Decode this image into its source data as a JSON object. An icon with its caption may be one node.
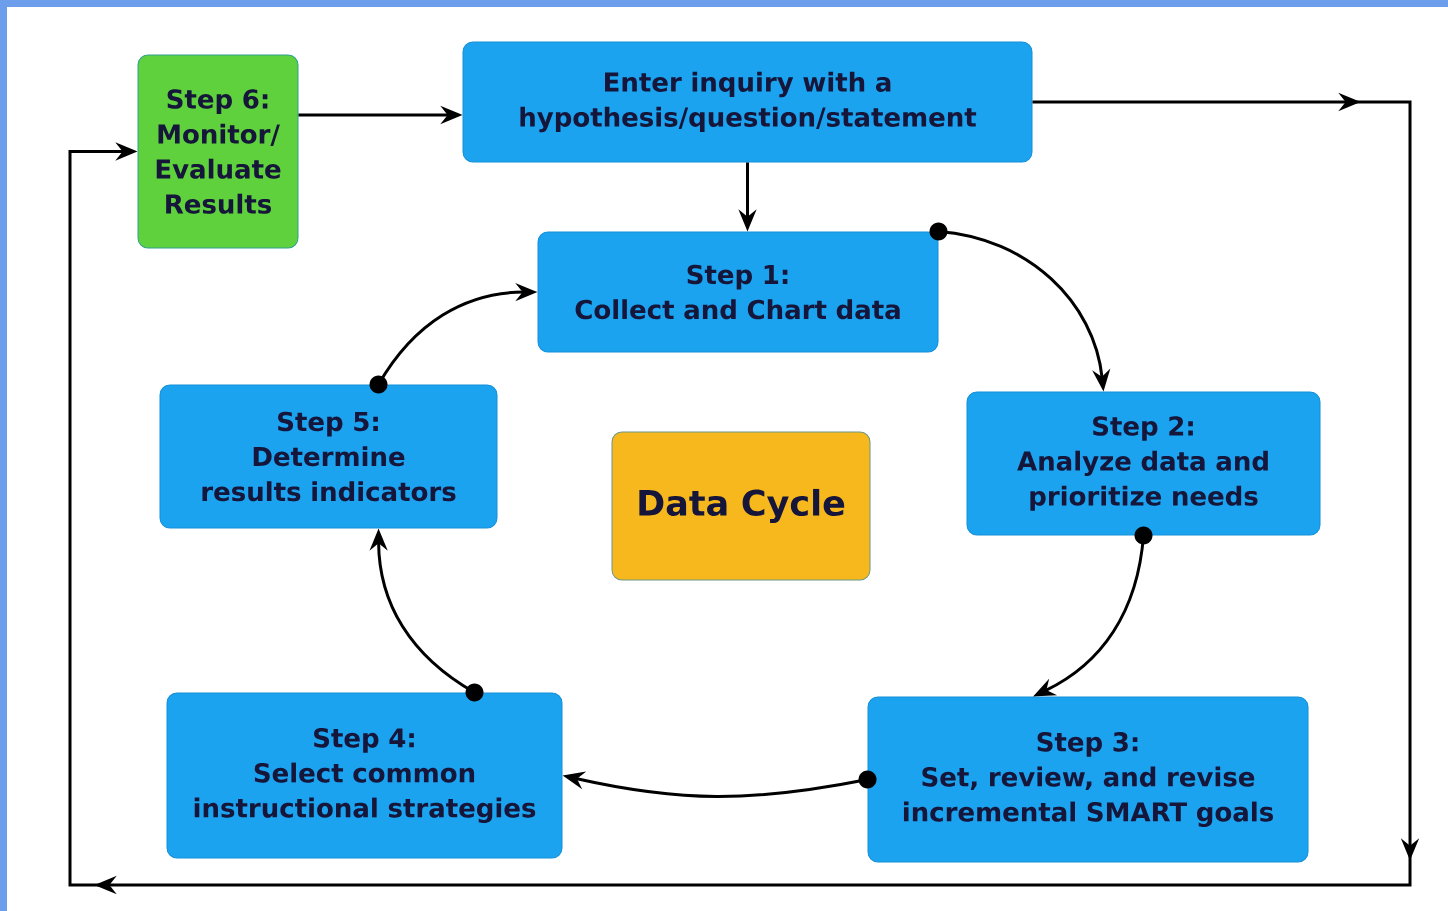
{
  "diagram": {
    "nodes": [
      {
        "text": [
          "Step 6:",
          "Monitor/ Evaluate Results"
        ]
      },
      {
        "text": [
          "Enter inquiry with a hypothesis/question/statement"
        ]
      },
      {
        "text": [
          "Step 1:",
          "Collect and Chart data"
        ]
      },
      {
        "text": [
          "Step 2:",
          "Analyze data and prioritize needs"
        ]
      },
      {
        "text": [
          "Step 3:",
          "Set, review, and revise incremental SMART goals"
        ]
      },
      {
        "text": [
          "Step 4:",
          "Select common instructional strategies"
        ]
      },
      {
        "text": [
          "Step 5:",
          "Determine results indicators"
        ]
      },
      {
        "text": [
          "Data Cycle"
        ]
      }
    ],
    "edges": [
      {
        "from": 0,
        "to": 1,
        "arrow": "to"
      },
      {
        "from": 1,
        "to": 2,
        "arrow": "to"
      },
      {
        "from": 2,
        "to": 3,
        "arrow": "to"
      },
      {
        "from": 3,
        "to": 4,
        "arrow": "to"
      },
      {
        "from": 4,
        "to": 5,
        "arrow": "to"
      },
      {
        "from": 5,
        "to": 6,
        "arrow": "to"
      },
      {
        "from": 6,
        "to": 2,
        "arrow": "to"
      },
      {
        "from": 1,
        "to": 0,
        "arrow": "to"
      }
    ]
  }
}
